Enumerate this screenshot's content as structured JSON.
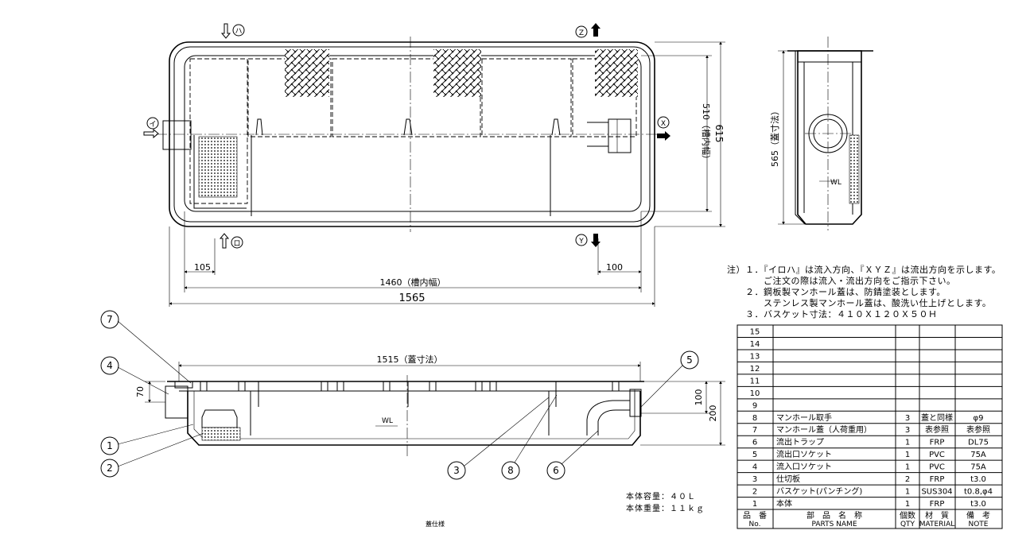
{
  "labels": {
    "inlet_i": "イ",
    "inlet_ro": "ロ",
    "inlet_ha": "ハ",
    "outlet_x": "X",
    "outlet_y": "Y",
    "outlet_z": "Z",
    "wl": "WL"
  },
  "dimensions": {
    "top_105": "105",
    "top_100": "100",
    "top_1460": "1460（槽内幅）",
    "top_1565": "1565",
    "top_510": "510（槽内幅）",
    "top_615": "615",
    "side_565": "565（蓋寸法）",
    "front_1515": "1515（蓋寸法）",
    "front_70": "70",
    "front_100": "100",
    "front_200": "200"
  },
  "callouts": [
    "1",
    "2",
    "3",
    "4",
    "5",
    "6",
    "7",
    "8"
  ],
  "notes": [
    "注）１．『イロハ』は流入方向、『ＸＹＺ』は流出方向を示します。",
    "　　　　ご注文の際は流入・流出方向をご指示下さい。",
    "　　２．鋼板製マンホール蓋は、防錆塗装とします。",
    "　　　　ステンレス製マンホール蓋は、酸洗い仕上げとします。",
    "　　３．バスケット寸法：４１０Ｘ１２０Ｘ５０Ｈ"
  ],
  "specs": {
    "capacity": "本体容量：４０Ｌ",
    "weight": "本体重量：１１ｋｇ"
  },
  "caption": "蓋仕様",
  "parts_table": {
    "header": {
      "no_jp": "品　番",
      "no_en": "No.",
      "name_jp": "部　品　名　称",
      "name_en": "PARTS NAME",
      "qty_jp": "個数",
      "qty_en": "QTY",
      "mat_jp": "材　質",
      "mat_en": "MATERIAL",
      "note_jp": "備　考",
      "note_en": "NOTE"
    },
    "rows": [
      {
        "no": "15",
        "name": "",
        "qty": "",
        "material": "",
        "note": ""
      },
      {
        "no": "14",
        "name": "",
        "qty": "",
        "material": "",
        "note": ""
      },
      {
        "no": "13",
        "name": "",
        "qty": "",
        "material": "",
        "note": ""
      },
      {
        "no": "12",
        "name": "",
        "qty": "",
        "material": "",
        "note": ""
      },
      {
        "no": "11",
        "name": "",
        "qty": "",
        "material": "",
        "note": ""
      },
      {
        "no": "10",
        "name": "",
        "qty": "",
        "material": "",
        "note": ""
      },
      {
        "no": "9",
        "name": "",
        "qty": "",
        "material": "",
        "note": ""
      },
      {
        "no": "8",
        "name": "マンホール取手",
        "qty": "3",
        "material": "蓋と同様",
        "note": "φ9"
      },
      {
        "no": "7",
        "name": "マンホール蓋（人荷重用）",
        "qty": "3",
        "material": "表参照",
        "note": "表参照"
      },
      {
        "no": "6",
        "name": "流出トラップ",
        "qty": "1",
        "material": "FRP",
        "note": "DL75"
      },
      {
        "no": "5",
        "name": "流出口ソケット",
        "qty": "1",
        "material": "PVC",
        "note": "75A"
      },
      {
        "no": "4",
        "name": "流入口ソケット",
        "qty": "1",
        "material": "PVC",
        "note": "75A"
      },
      {
        "no": "3",
        "name": "仕切板",
        "qty": "2",
        "material": "FRP",
        "note": "t3.0"
      },
      {
        "no": "2",
        "name": "バスケット(パンチング)",
        "qty": "1",
        "material": "SUS304",
        "note": "t0.8,φ4"
      },
      {
        "no": "1",
        "name": "本体",
        "qty": "1",
        "material": "FRP",
        "note": "t3.0"
      }
    ]
  }
}
